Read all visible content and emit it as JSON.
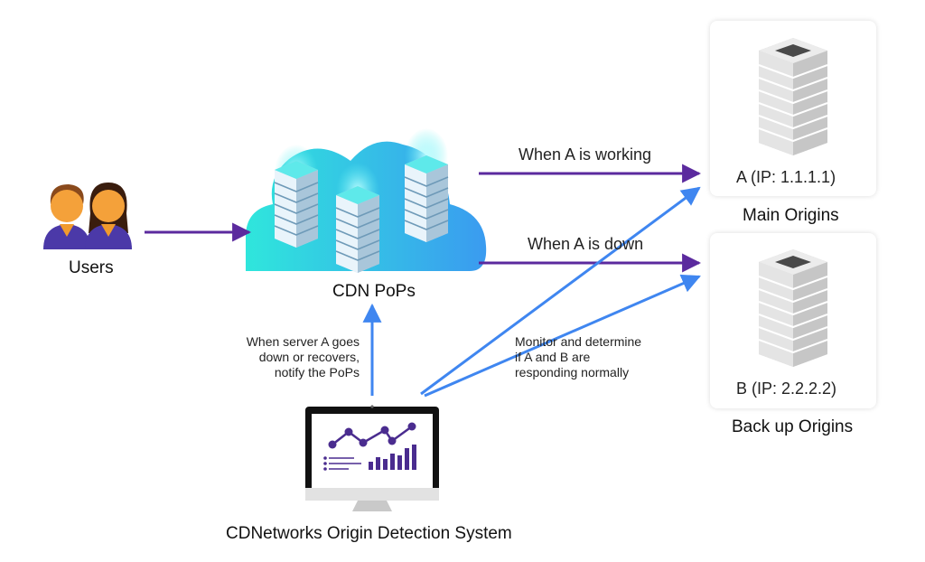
{
  "nodes": {
    "users": "Users",
    "cdn": "CDN PoPs",
    "main_origin": {
      "ip": "A (IP: 1.1.1.1)",
      "caption": "Main Origins"
    },
    "backup_origin": {
      "ip": "B (IP: 2.2.2.2)",
      "caption": "Back up Origins"
    },
    "detection": "CDNetworks Origin Detection System"
  },
  "edges": {
    "a_working": "When A is working",
    "a_down": "When A is down",
    "notify": [
      "When server A goes",
      "down or recovers,",
      "notify the PoPs"
    ],
    "monitor": [
      "Monitor and determine",
      "if A and B are",
      "responding normally"
    ]
  },
  "colors": {
    "purple_arrow": "#5b2a9e",
    "blue_arrow": "#3f86f0",
    "cloud_left": "#2fe6dc",
    "cloud_right": "#3a9bf0",
    "server_gray": "#d7d7d7",
    "chart_purple": "#4a2c8f"
  }
}
